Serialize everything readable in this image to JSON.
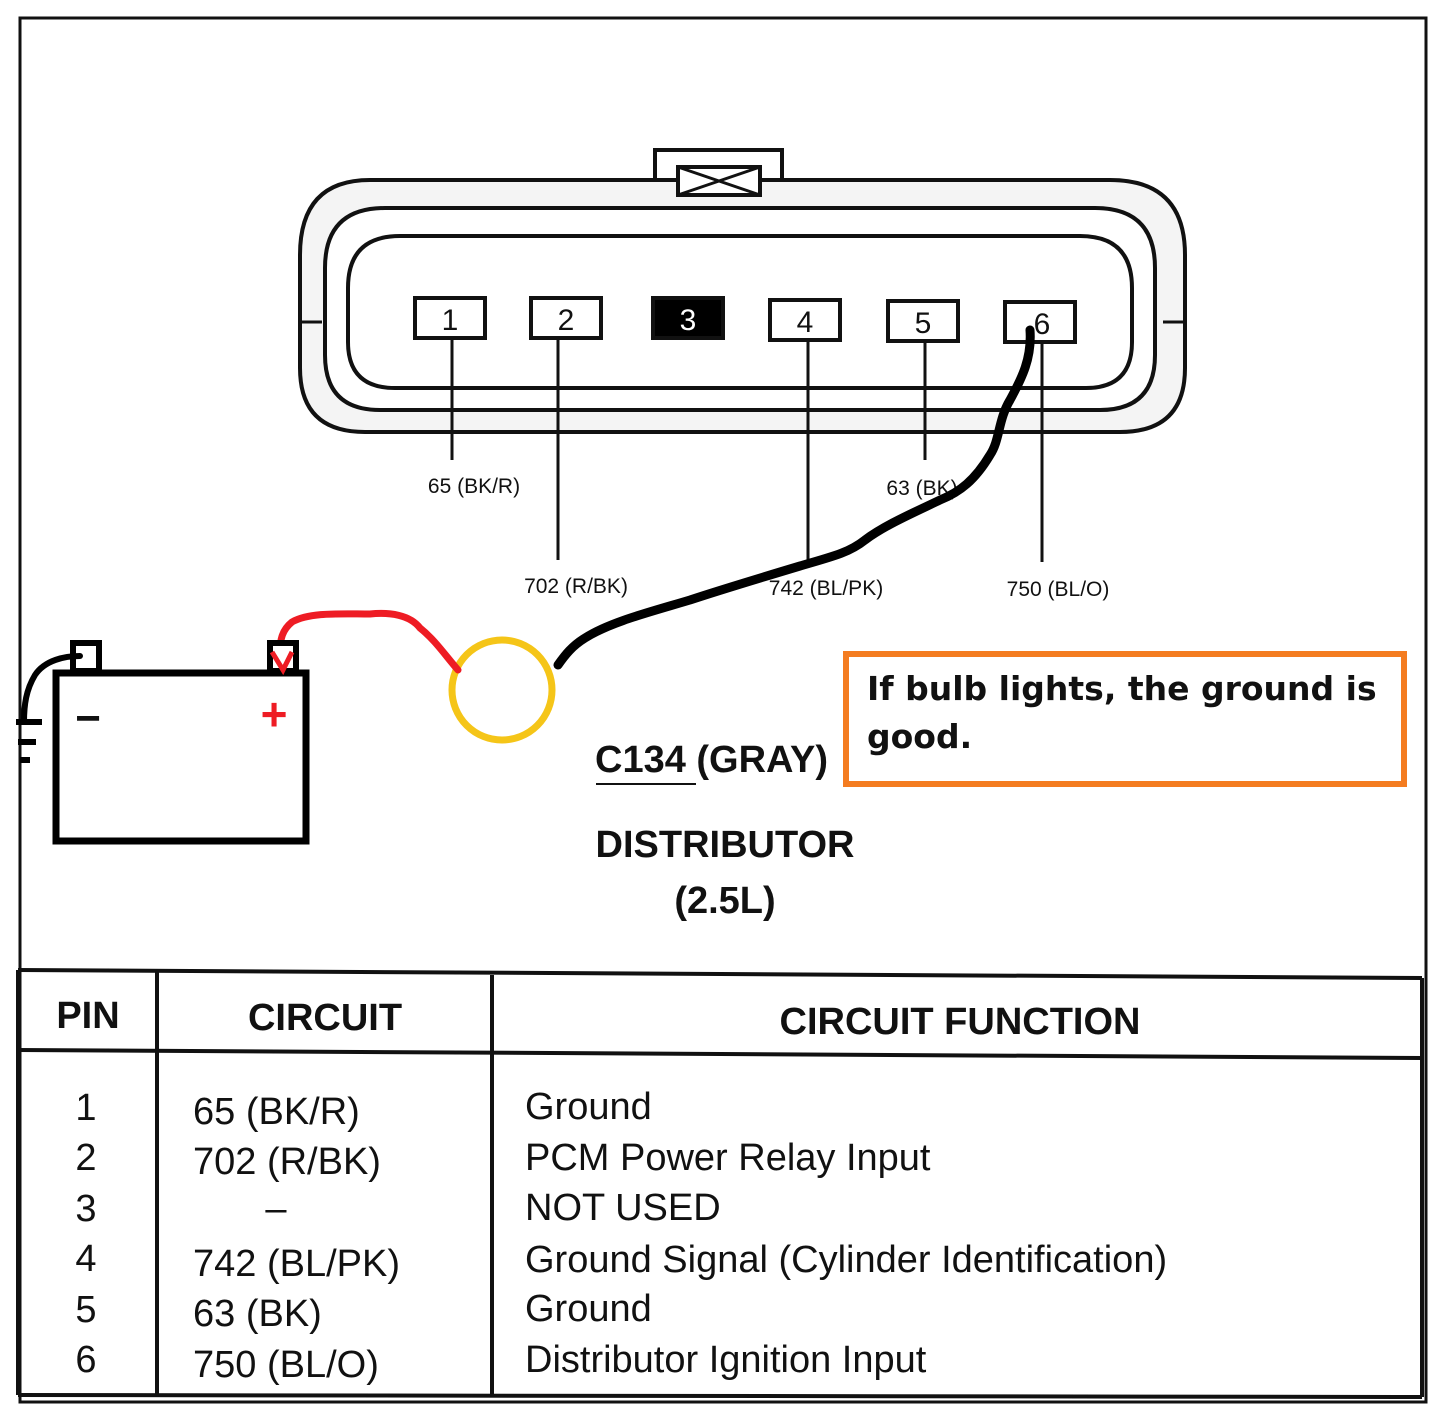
{
  "connector": {
    "pins": [
      {
        "num": "1",
        "filled": false
      },
      {
        "num": "2",
        "filled": false
      },
      {
        "num": "3",
        "filled": true
      },
      {
        "num": "4",
        "filled": false
      },
      {
        "num": "5",
        "filled": false
      },
      {
        "num": "6",
        "filled": false
      }
    ],
    "wire_labels": [
      "65 (BK/R)",
      "702 (R/BK)",
      "742 (BL/PK)",
      "63 (BK)",
      "750 (BL/O)"
    ],
    "name": "C134 (GRAY)",
    "component": "DISTRIBUTOR",
    "engine": "(2.5L)"
  },
  "battery": {
    "neg_symbol": "−",
    "pos_symbol": "+"
  },
  "annotation": {
    "text": "If bulb lights, the ground is good."
  },
  "colors": {
    "positive_lead": "#ee1c24",
    "ground_lead": "#000000",
    "bulb": "#f5c518",
    "note_border": "#f47c20"
  },
  "table": {
    "headers": {
      "pin": "PIN",
      "circuit": "CIRCUIT",
      "function": "CIRCUIT FUNCTION"
    },
    "rows": [
      {
        "pin": "1",
        "circuit": "65 (BK/R)",
        "function": "Ground"
      },
      {
        "pin": "2",
        "circuit": "702 (R/BK)",
        "function": "PCM Power Relay Input"
      },
      {
        "pin": "3",
        "circuit": "–",
        "function": "NOT USED"
      },
      {
        "pin": "4",
        "circuit": "742 (BL/PK)",
        "function": "Ground Signal (Cylinder Identification)"
      },
      {
        "pin": "5",
        "circuit": "63 (BK)",
        "function": "Ground"
      },
      {
        "pin": "6",
        "circuit": "750 (BL/O)",
        "function": "Distributor Ignition Input"
      }
    ]
  }
}
